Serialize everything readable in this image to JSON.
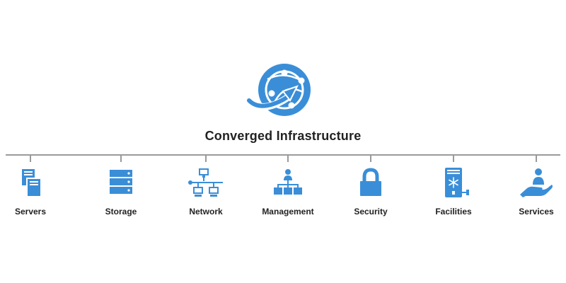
{
  "hub": {
    "title": "Converged Infrastructure",
    "icon": "globe-arrow-network-icon"
  },
  "colors": {
    "accent": "#3a8ed8",
    "text": "#222222",
    "line": "#9a9a9a"
  },
  "categories": [
    {
      "label": "Servers",
      "icon": "servers-icon"
    },
    {
      "label": "Storage",
      "icon": "storage-icon"
    },
    {
      "label": "Network",
      "icon": "network-icon"
    },
    {
      "label": "Management",
      "icon": "management-icon"
    },
    {
      "label": "Security",
      "icon": "padlock-icon"
    },
    {
      "label": "Facilities",
      "icon": "facilities-icon"
    },
    {
      "label": "Services",
      "icon": "services-hand-icon"
    }
  ]
}
